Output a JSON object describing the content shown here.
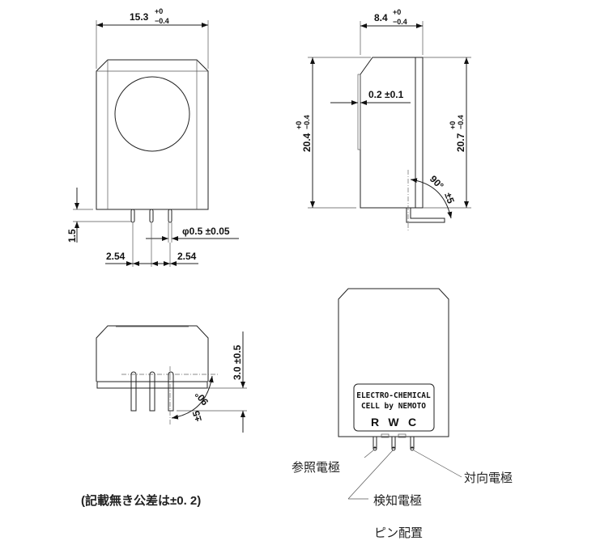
{
  "front_view": {
    "width_dim": "15.3",
    "width_tol_plus": "+0",
    "width_tol_minus": "−0.4",
    "pin_length_dim": "1.5",
    "pin_diameter_dim": "φ0.5 ±0.05",
    "pin_pitch_left": "2.54",
    "pin_pitch_right": "2.54"
  },
  "side_view": {
    "depth_dim": "8.4",
    "depth_tol_plus": "+0",
    "depth_tol_minus": "−0.4",
    "film_dim": "0.2 ±0.1",
    "height_left_dim": "20.4",
    "height_left_tol_plus": "+0",
    "height_left_tol_minus": "−0.4",
    "height_right_dim": "20.7",
    "height_right_tol_plus": "+0",
    "height_right_tol_minus": "−0.4",
    "angle_dim": "90°",
    "angle_tol": "±5"
  },
  "bottom_view": {
    "pin_offset_dim": "3.0 ±0.5",
    "angle_dim": "90°",
    "angle_tol": "±5"
  },
  "pin_view": {
    "label_line1": "ELECTRO-CHEMICAL",
    "label_line2": "CELL by NEMOTO",
    "pin_letters": [
      "R",
      "W",
      "C"
    ],
    "reference_electrode": "参照電極",
    "counter_electrode": "対向電極",
    "sensing_electrode": "検知電極",
    "caption": "ピン配置"
  },
  "note": "(記載無き公差は±0. 2)"
}
